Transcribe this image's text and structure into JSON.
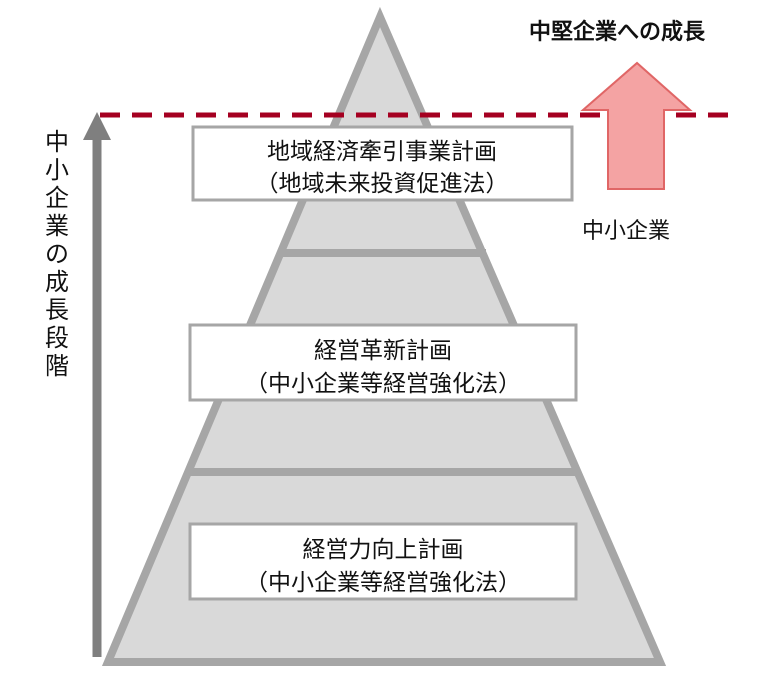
{
  "goal": {
    "title": "中堅企業への成長",
    "from_label": "中小企業"
  },
  "axis": {
    "label": "中小企業の成長段階"
  },
  "tiers": [
    {
      "name": "地域経済牽引事業計画",
      "law": "（地域未来投資促進法）"
    },
    {
      "name": "経営革新計画",
      "law": "（中小企業等経営強化法）"
    },
    {
      "name": "経営力向上計画",
      "law": "（中小企業等経営強化法）"
    }
  ],
  "colors": {
    "pyramid_fill": "#d9d9d9",
    "pyramid_stroke": "#a6a6a6",
    "axis_arrow": "#7f7f7f",
    "threshold_line": "#a50021",
    "growth_arrow_fill": "#f4a3a3",
    "growth_arrow_stroke": "#e06666"
  }
}
